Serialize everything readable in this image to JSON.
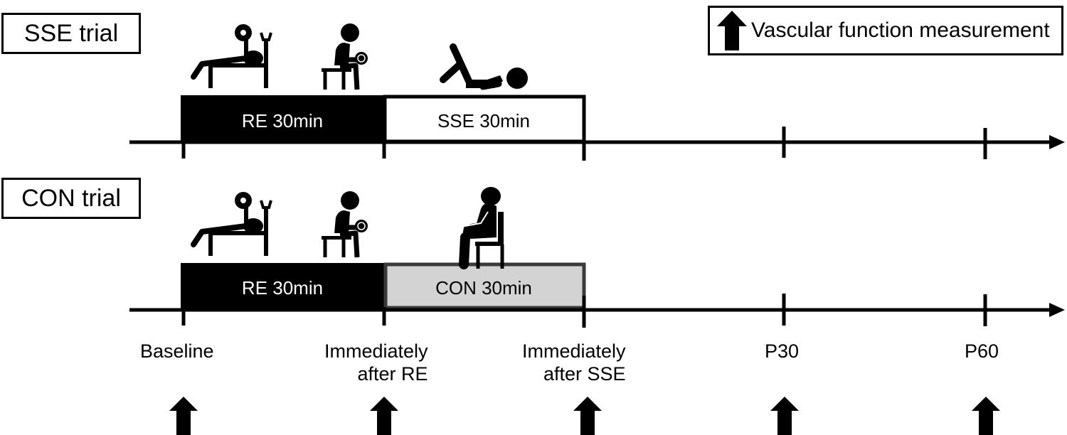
{
  "trials": [
    {
      "label": "SSE trial",
      "segments": [
        {
          "label": "RE 30min",
          "style": "black",
          "icon": "bench-press-icon"
        },
        {
          "label": "SSE 30min",
          "style": "white",
          "icon": "supine-leg-raise-icon"
        }
      ],
      "extra_icon": "seated-dumbbell-curl-icon"
    },
    {
      "label": "CON trial",
      "segments": [
        {
          "label": "RE 30min",
          "style": "black",
          "icon": "bench-press-icon"
        },
        {
          "label": "CON 30min",
          "style": "gray",
          "icon": "seated-rest-icon"
        }
      ],
      "extra_icon": "seated-dumbbell-curl-icon"
    }
  ],
  "legend": {
    "icon": "up-arrow-icon",
    "label": "Vascular function measurement"
  },
  "timepoints": [
    {
      "line1": "Baseline",
      "line2": ""
    },
    {
      "line1": "Immediately",
      "line2": "after RE"
    },
    {
      "line1": "Immediately",
      "line2": "after SSE"
    },
    {
      "line1": "P30",
      "line2": ""
    },
    {
      "line1": "P60",
      "line2": ""
    }
  ],
  "colors": {
    "black": "#000000",
    "gray_fill": "#d3d3d3",
    "gray_border": "#3a3a3a",
    "white": "#ffffff"
  }
}
